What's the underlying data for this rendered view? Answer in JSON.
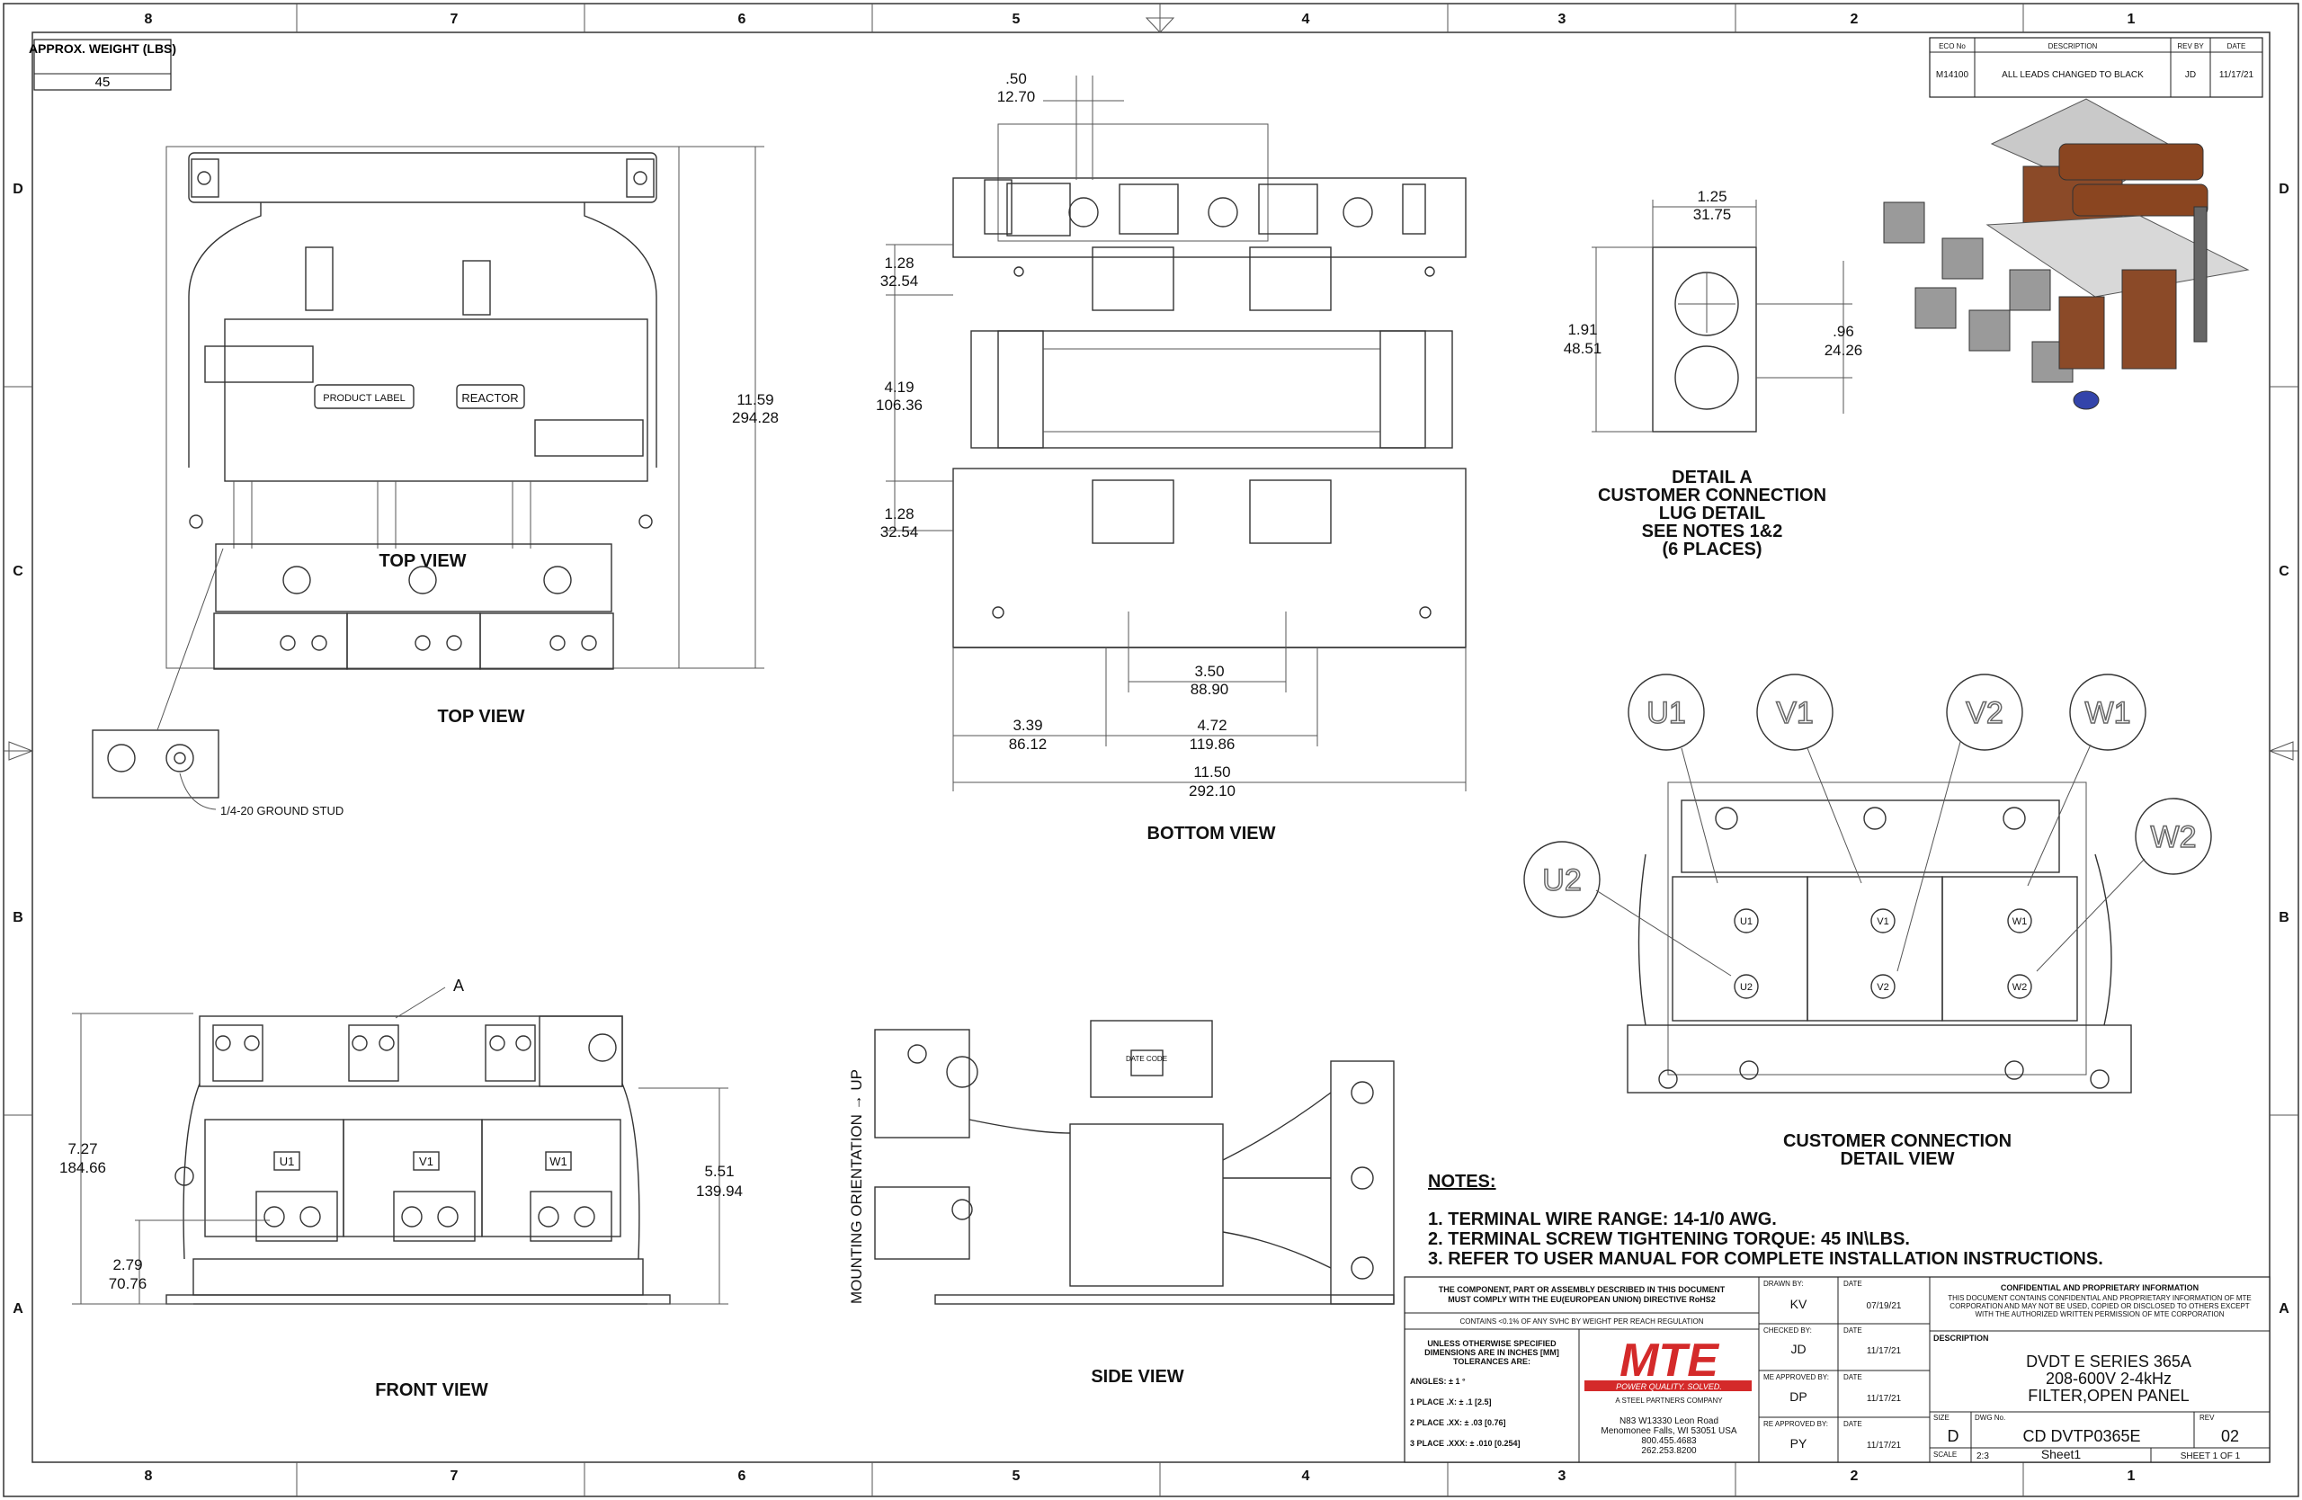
{
  "zones": {
    "columns": [
      "8",
      "7",
      "6",
      "5",
      "4",
      "3",
      "2",
      "1"
    ],
    "rows": [
      "D",
      "C",
      "B",
      "A"
    ]
  },
  "weight": {
    "label": "APPROX. WEIGHT (LBS)",
    "value": "45"
  },
  "revision": {
    "headers": [
      "ECO No",
      "DESCRIPTION",
      "REV BY",
      "DATE"
    ],
    "row": [
      "M14100",
      "ALL LEADS CHANGED TO BLACK",
      "JD",
      "11/17/21"
    ]
  },
  "top_view": {
    "label_inline": "TOP VIEW",
    "title": "TOP VIEW",
    "product_label": "PRODUCT LABEL",
    "reactor_label": "REACTOR",
    "dim_height": "11.59",
    "dim_height_mm": "294.28",
    "ground_stud": "1/4-20 GROUND STUD"
  },
  "bottom_view": {
    "title": "BOTTOM VIEW",
    "dim_top": ".50",
    "dim_top_mm": "12.70",
    "dim_a": "1.28",
    "dim_a_mm": "32.54",
    "dim_b": "4.19",
    "dim_b_mm": "106.36",
    "dim_c": "1.28",
    "dim_c_mm": "32.54",
    "dim_d": "3.50",
    "dim_d_mm": "88.90",
    "dim_e": "3.39",
    "dim_e_mm": "86.12",
    "dim_f": "4.72",
    "dim_f_mm": "119.86",
    "dim_g": "11.50",
    "dim_g_mm": "292.10"
  },
  "detail_a": {
    "dim_w": "1.25",
    "dim_w_mm": "31.75",
    "dim_h": "1.91",
    "dim_h_mm": "48.51",
    "dim_s": ".96",
    "dim_s_mm": "24.26",
    "line1": "DETAIL A",
    "line2": "CUSTOMER CONNECTION",
    "line3": "LUG DETAIL",
    "line4": "SEE NOTES 1&2",
    "line5": "(6 PLACES)"
  },
  "front_view": {
    "title": "FRONT VIEW",
    "callout": "A",
    "dim_h": "7.27",
    "dim_h_mm": "184.66",
    "dim_low": "2.79",
    "dim_low_mm": "70.76",
    "dim_r": "5.51",
    "dim_r_mm": "139.94",
    "terms": [
      "U1",
      "V1",
      "W1"
    ]
  },
  "side_view": {
    "title": "SIDE VIEW",
    "orientation": "MOUNTING ORIENTATION → UP",
    "date_code": "DATE CODE"
  },
  "customer_detail": {
    "title1": "CUSTOMER CONNECTION",
    "title2": "DETAIL VIEW",
    "bubbles": [
      "U1",
      "V1",
      "V2",
      "W1",
      "W2",
      "U2"
    ],
    "small_top": [
      "U1",
      "V1",
      "W1"
    ],
    "small_bottom": [
      "U2",
      "V2",
      "W2"
    ]
  },
  "notes": {
    "heading": "NOTES:",
    "items": [
      "1.  TERMINAL WIRE RANGE: 14-1/0 AWG.",
      "2.  TERMINAL SCREW TIGHTENING TORQUE: 45 IN\\LBS.",
      "3.  REFER TO USER MANUAL FOR COMPLETE INSTALLATION INSTRUCTIONS."
    ]
  },
  "title_block": {
    "rohs1": "THE COMPONENT, PART OR ASSEMBLY DESCRIBED IN THIS DOCUMENT",
    "rohs2": "MUST COMPLY WITH THE EU(EUROPEAN UNION) DIRECTIVE RoHS2",
    "reach": "CONTAINS <0.1% OF ANY SVHC BY WEIGHT PER REACH REGULATION",
    "tol1": "UNLESS OTHERWISE SPECIFIED",
    "tol2": "DIMENSIONS ARE IN INCHES [MM]",
    "tol3": "TOLERANCES ARE:",
    "angles": "ANGLES: ± 1 °",
    "place1": "1 PLACE .X:  ± .1 [2.5]",
    "place2": "2 PLACE .XX:  ± .03 [0.76]",
    "place3": "3 PLACE .XXX:  ± .010 [0.254]",
    "logo": "MTE",
    "tagline": "POWER QUALITY. SOLVED.",
    "company_sub": "A STEEL PARTNERS COMPANY",
    "addr1": "N83 W13330 Leon Road",
    "addr2": "Menomonee Falls, WI 53051 USA",
    "addr3": "800.455.4683",
    "addr4": "262.253.8200",
    "drawn_by_label": "DRAWN BY:",
    "drawn_by": "KV",
    "drawn_date": "07/19/21",
    "checked_label": "CHECKED BY:",
    "checked_by": "JD",
    "checked_date": "11/17/21",
    "me_label": "ME APPROVED BY:",
    "me_by": "DP",
    "me_date": "11/17/21",
    "re_label": "RE APPROVED BY:",
    "re_by": "PY",
    "re_date": "11/17/21",
    "date_label": "DATE",
    "conf_title": "CONFIDENTIAL AND PROPRIETARY INFORMATION",
    "conf1": "THIS DOCUMENT CONTAINS CONFIDENTIAL AND PROPRIETARY INFORMATION OF MTE",
    "conf2": "CORPORATION AND MAY NOT BE USED, COPIED OR DISCLOSED TO OTHERS EXCEPT",
    "conf3": "WITH THE AUTHORIZED WRITTEN PERMISSION OF MTE CORPORATION",
    "desc_label": "DESCRIPTION",
    "desc1": "DVDT E SERIES 365A",
    "desc2": "208-600V 2-4kHz",
    "desc3": "FILTER,OPEN PANEL",
    "size_label": "SIZE",
    "size": "D",
    "dwg_label": "DWG No.",
    "dwg": "CD DVTP0365E",
    "rev_label": "REV",
    "rev": "02",
    "scale_label": "SCALE",
    "scale": "2:3",
    "sheet_name": "Sheet1",
    "sheet": "SHEET 1  OF 1"
  },
  "colors": {
    "logo_red": "#d42a2a",
    "line": "#333333"
  }
}
